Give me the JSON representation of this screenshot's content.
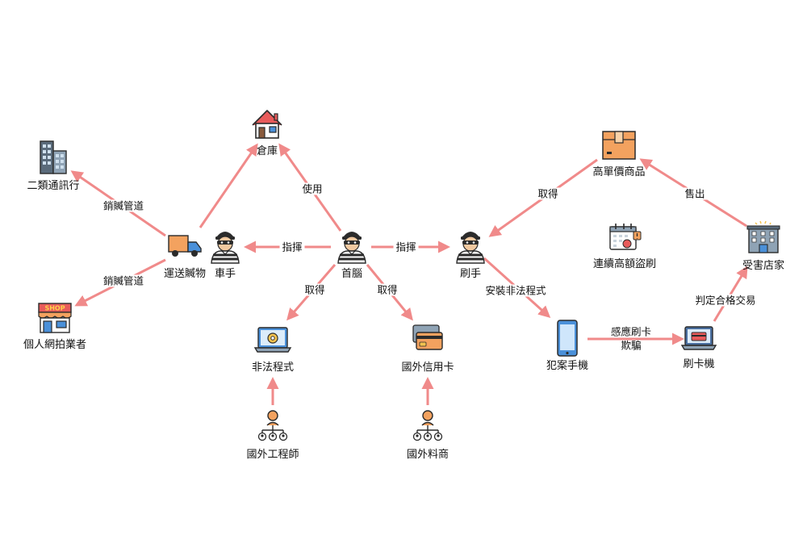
{
  "colors": {
    "arrow": "#f08a8a",
    "orange": "#f3a25f",
    "blue": "#4a90d9",
    "dark": "#2b2b2b"
  },
  "nodes": {
    "warehouse": "倉庫",
    "telecom": "二類通訊行",
    "seller": "個人網拍業者",
    "transport": "運送贓物",
    "driver": "車手",
    "boss": "首腦",
    "swiper": "刷手",
    "illegal_app": "非法程式",
    "foreign_card": "國外信用卡",
    "foreign_engineer": "國外工程師",
    "foreign_vendor": "國外料商",
    "phone": "犯案手機",
    "pos": "刷卡機",
    "goods": "高單價商品",
    "store": "受害店家",
    "continuous": "連續高額盜刷"
  },
  "edges": {
    "use": "使用",
    "fence1": "銷贓管道",
    "fence2": "銷贓管道",
    "command_left": "指揮",
    "command_right": "指揮",
    "obtain_left": "取得",
    "obtain_right": "取得",
    "install": "安裝非法程式",
    "nfc_line1": "感應刷卡",
    "nfc_line2": "欺騙",
    "approve": "判定合格交易",
    "sell": "售出",
    "take_goods": "取得"
  },
  "icons": {
    "warehouse": "house-icon",
    "telecom": "office-building-icon",
    "seller": "shop-icon",
    "transport": "truck-icon",
    "driver": "thief-icon",
    "boss": "thief-icon",
    "swiper": "thief-icon",
    "illegal_app": "laptop-gear-icon",
    "foreign_card": "credit-card-icon",
    "foreign_engineer": "org-network-icon",
    "foreign_vendor": "org-network-icon",
    "phone": "smartphone-icon",
    "pos": "laptop-card-icon",
    "goods": "package-box-icon",
    "store": "hotel-icon",
    "continuous": "calendar-alert-icon"
  }
}
